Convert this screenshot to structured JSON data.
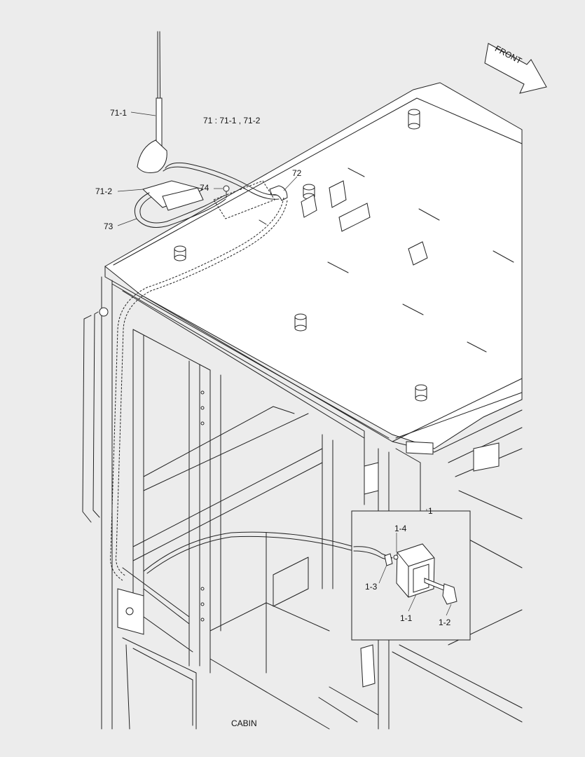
{
  "diagram": {
    "caption": "CABIN",
    "legend_note": "71  : 71-1 , 71-2",
    "direction_label": "FRONT",
    "callouts": {
      "c71_1": "71-1",
      "c71_2": "71-2",
      "c72": "72",
      "c73": "73",
      "c74": "74",
      "c1": "1",
      "c1_1": "1-1",
      "c1_2": "1-2",
      "c1_3": "1-3",
      "c1_4": "1-4"
    }
  }
}
